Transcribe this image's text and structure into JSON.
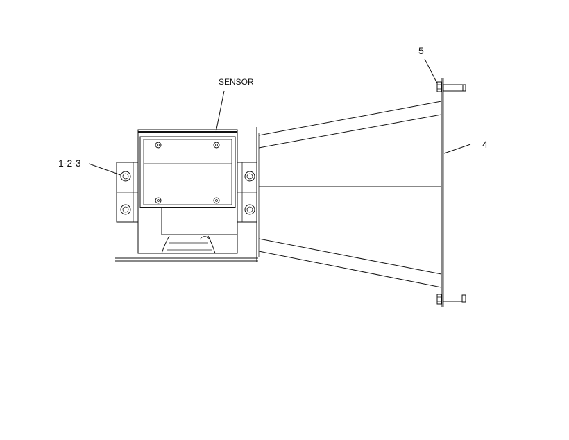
{
  "labels": {
    "sensor": "SENSOR",
    "part_1_2_3": "1-2-3",
    "part_4": "4",
    "part_5": "5"
  },
  "colors": {
    "line": "#111111",
    "background": "#ffffff"
  }
}
